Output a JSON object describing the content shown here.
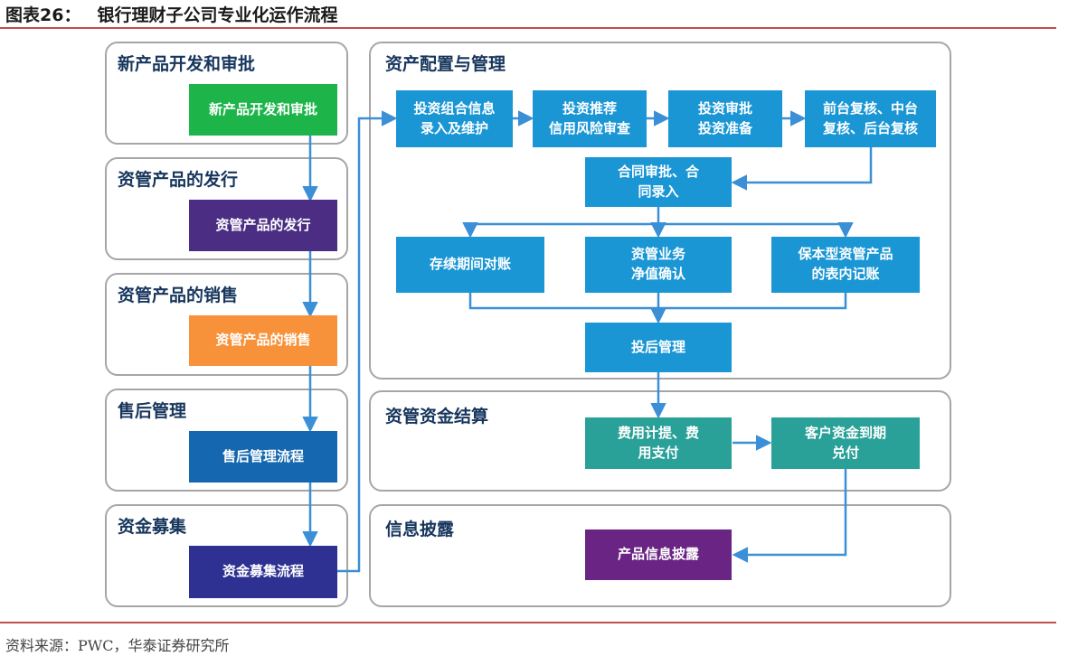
{
  "header": {
    "figure_label": "图表26：",
    "title": "银行理财子公司专业化运作流程"
  },
  "colors": {
    "accent_rule": "#c0504d",
    "panel_title": "#17365d",
    "arrow": "#3b8fd6"
  },
  "left_panels": [
    {
      "title": "新产品开发和审批",
      "box": "新产品开发和审批",
      "color": "#1db54a"
    },
    {
      "title": "资管产品的发行",
      "box": "资管产品的发行",
      "color": "#4b2e83"
    },
    {
      "title": "资管产品的销售",
      "box": "资管产品的销售",
      "color": "#f7923a"
    },
    {
      "title": "售后管理",
      "box": "售后管理流程",
      "color": "#1568b0"
    },
    {
      "title": "资金募集",
      "box": "资金募集流程",
      "color": "#2e3192"
    }
  ],
  "allocation": {
    "title": "资产配置与管理",
    "row1": [
      "投资组合信息\n录入及维护",
      "投资推荐\n信用风险审查",
      "投资审批\n投资准备",
      "前台复核、中台\n复核、后台复核"
    ],
    "contract": "合同审批、合\n同录入",
    "row3": [
      "存续期间对账",
      "资管业务\n净值确认",
      "保本型资管产品\n的表内记账"
    ],
    "post": "投后管理"
  },
  "settlement": {
    "title": "资管资金结算",
    "boxes": [
      "费用计提、费\n用支付",
      "客户资金到期\n兑付"
    ]
  },
  "disclosure": {
    "title": "信息披露",
    "box": "产品信息披露"
  },
  "source": "资料来源：PWC，华泰证券研究所"
}
